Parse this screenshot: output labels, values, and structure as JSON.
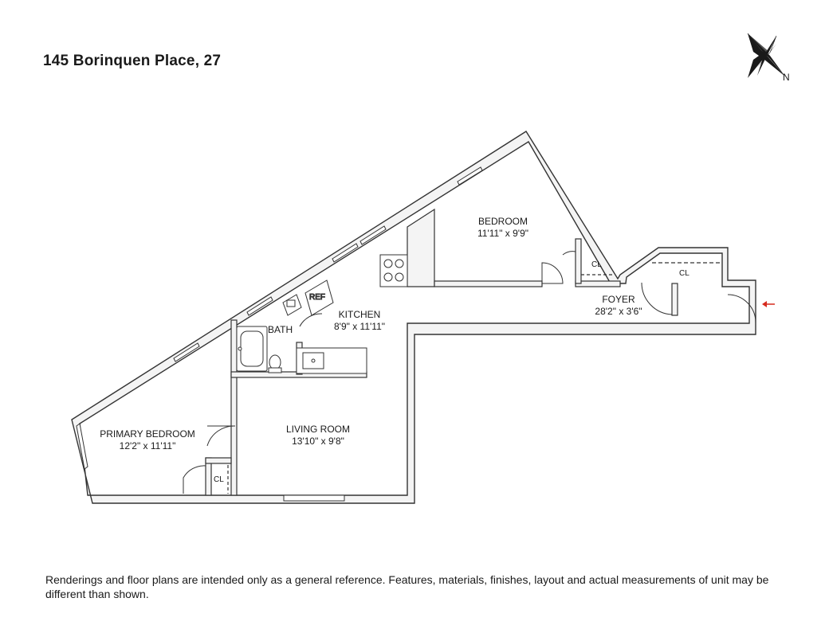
{
  "title": "145 Borinquen Place, 27",
  "disclaimer": "Renderings and floor plans are intended only as a general reference. Features, materials, finishes, layout and actual measurements of unit may be different than shown.",
  "compass": {
    "label": "N"
  },
  "rooms": {
    "bedroom": {
      "name": "BEDROOM",
      "size": "11'11\" x 9'9\""
    },
    "kitchen": {
      "name": "KITCHEN",
      "size": "8'9\" x 11'11\""
    },
    "foyer": {
      "name": "FOYER",
      "size": "28'2\" x 3'6\""
    },
    "primary_bedroom": {
      "name": "PRIMARY BEDROOM",
      "size": "12'2\" x 11'11\""
    },
    "living_room": {
      "name": "LIVING ROOM",
      "size": "13'10\" x 9'8\""
    },
    "bath": {
      "name": "BATH"
    }
  },
  "fixtures": {
    "ref": "REF",
    "closet_bedroom": "CL",
    "closet_foyer": "CL",
    "closet_primary": "CL"
  },
  "colors": {
    "wall_fill": "#f4f4f4",
    "wall_stroke": "#333333",
    "entry_arrow": "#d62a1e"
  }
}
